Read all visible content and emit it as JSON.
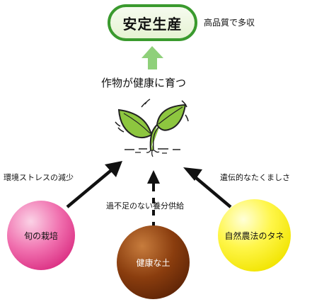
{
  "goal": {
    "title": "安定生産",
    "note": "高品質で多収"
  },
  "center_label": "作物が健康に育つ",
  "factors": [
    {
      "name": "旬の栽培",
      "effect": "環境ストレスの減少",
      "color": "#e8488f"
    },
    {
      "name": "健康な土",
      "effect": "過不足のない養分供給",
      "color": "#7a3510"
    },
    {
      "name": "自然農法のタネ",
      "effect": "遺伝的なたくましさ",
      "color": "#fff200"
    }
  ],
  "colors": {
    "goal_border": "#3a9a2e",
    "up_arrow": "#8fd07a",
    "plant_leaf": "#8dc63f",
    "arrow": "#111111"
  },
  "icons": [
    "sprout-icon"
  ]
}
